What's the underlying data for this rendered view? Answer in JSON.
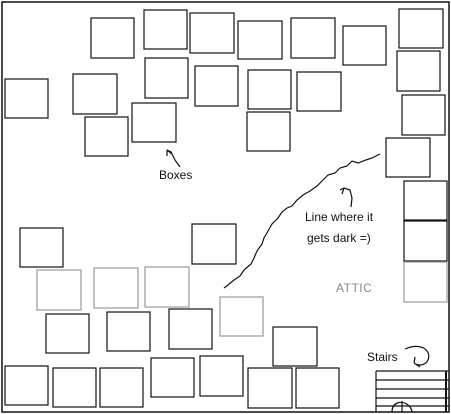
{
  "labels": {
    "boxes": "Boxes",
    "dark_line_1": "Line where it",
    "dark_line_2": "gets dark =)",
    "attic": "ATTIC",
    "stairs": "Stairs"
  },
  "colors": {
    "ink": "#111111",
    "faded_ink": "#9a9a9a",
    "background": "#ffffff"
  }
}
